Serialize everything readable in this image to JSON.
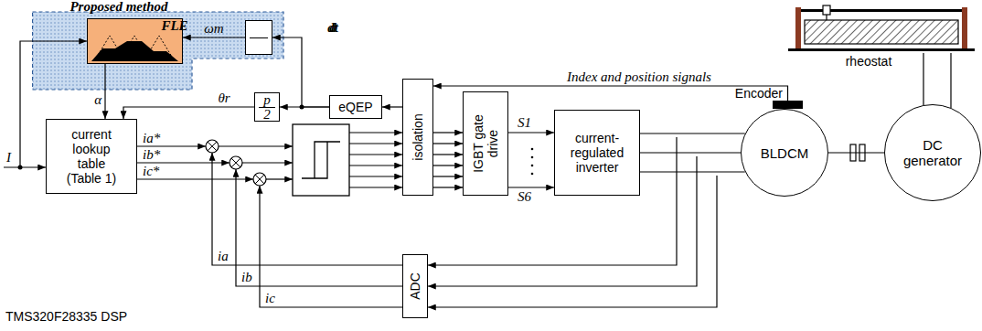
{
  "diagram": {
    "nodes": [
      {
        "text": [
          "Proposed method"
        ]
      },
      {
        "text": [
          "FLE"
        ],
        "in": 0
      },
      {
        "text": [
          "d",
          "dt"
        ],
        "in": 0
      },
      {
        "text": [
          "current lookup table (Table 1)"
        ]
      },
      {
        "text": [
          "p",
          "2"
        ]
      },
      {
        "text": [
          "eQEP"
        ]
      },
      {
        "text": [
          "isolation"
        ]
      },
      {
        "text": [
          "IGBT gate drive"
        ]
      },
      {
        "text": [
          "current-regulated inverter"
        ]
      },
      {
        "text": [
          "Encoder"
        ]
      },
      {
        "text": [
          "BLDCM"
        ]
      },
      {
        "text": [
          "DC generator"
        ]
      },
      {
        "text": [
          "rheostat"
        ]
      },
      {
        "text": [
          "ADC"
        ]
      }
    ],
    "edges": [
      {
        "from": 2,
        "to": 1,
        "arrow": "to",
        "label": "ωm"
      },
      {
        "from": 1,
        "to": 3,
        "arrow": "to",
        "label": "α"
      },
      {
        "from": 4,
        "to": 3,
        "arrow": "to",
        "label": "θr"
      },
      {
        "from": 5,
        "to": 2,
        "arrow": "to"
      },
      {
        "from": 5,
        "to": 4,
        "arrow": "to"
      },
      {
        "from": 9,
        "to": 6,
        "arrow": "to",
        "label": "Index and position signals"
      },
      {
        "from": 6,
        "to": 5,
        "arrow": "to"
      },
      {
        "from": 6,
        "to": 7,
        "arrow": "to"
      },
      {
        "from": 7,
        "to": 8,
        "arrow": "to"
      },
      {
        "from": 8,
        "to": 10,
        "arrow": "none"
      },
      {
        "from": 10,
        "to": 11,
        "arrow": "none"
      },
      {
        "from": 11,
        "to": 12,
        "arrow": "none"
      }
    ],
    "labels": [
      "I",
      "ia*",
      "ib*",
      "ic*",
      "ia",
      "ib",
      "ic",
      "S1",
      "S6",
      "TMS320F28335 DSP"
    ]
  }
}
